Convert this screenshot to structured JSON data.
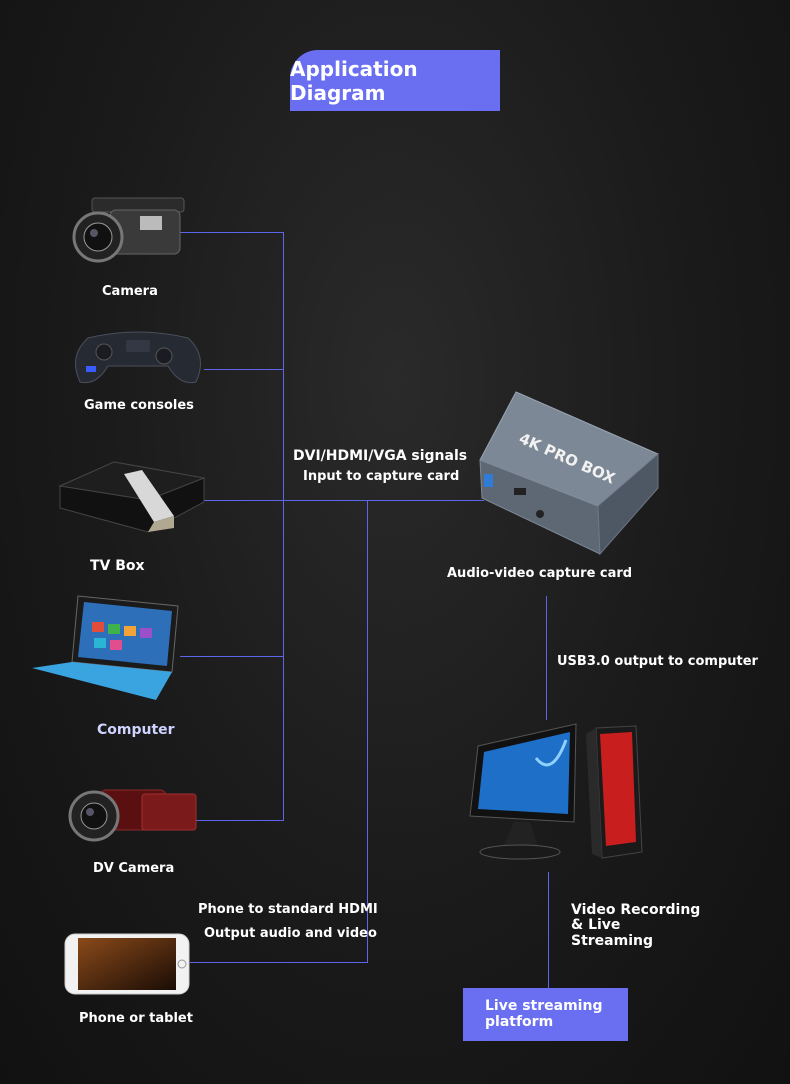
{
  "title": "Application Diagram",
  "devices": {
    "camera": "Camera",
    "game_consoles": "Game consoles",
    "tv_box": "TV Box",
    "computer": "Computer",
    "dv_camera": "DV Camera",
    "phone": "Phone or tablet"
  },
  "signals": {
    "line1": "DVI/HDMI/VGA signals",
    "line2": "Input to capture card"
  },
  "phone_note": {
    "line1": "Phone to standard HDMI",
    "line2": "Output audio and video"
  },
  "capture_card": {
    "label": "Audio-video capture card",
    "brand": "4K PRO BOX"
  },
  "usb_output": "USB3.0 output to computer",
  "recording": {
    "line1": "Video Recording",
    "line2": "& Live",
    "line3": "Streaming"
  },
  "platform": {
    "line1": "Live streaming",
    "line2": "platform"
  },
  "colors": {
    "accent": "#6a6ff2",
    "line": "#5d66e8"
  }
}
